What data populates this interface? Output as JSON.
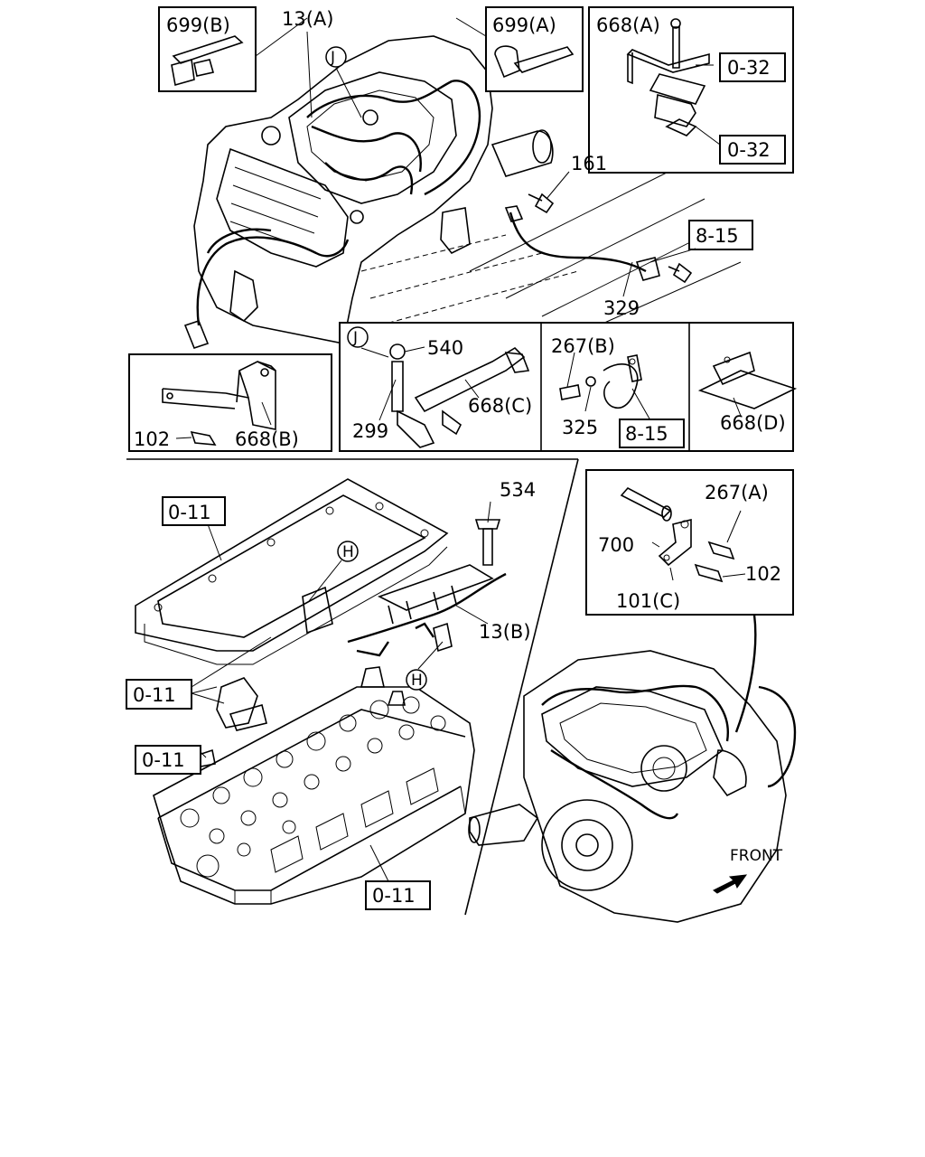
{
  "callouts": {
    "c13a": "13(A)",
    "c699b": "699(B)",
    "c699a": "699(A)",
    "c668a": "668(A)",
    "c032a": "0-32",
    "c032b": "0-32",
    "cJ1": "J",
    "c161": "161",
    "c815a": "8-15",
    "c329": "329",
    "cJ2": "J",
    "c540": "540",
    "c668c": "668(C)",
    "c299": "299",
    "c267b": "267(B)",
    "c325": "325",
    "c815b": "8-15",
    "c668d": "668(D)",
    "c102a": "102",
    "c668b": "668(B)",
    "c011a": "0-11",
    "c534": "534",
    "cH1": "H",
    "c13b": "13(B)",
    "cH2": "H",
    "c011b": "0-11",
    "c011c": "0-11",
    "c011d": "0-11",
    "c267a": "267(A)",
    "c700": "700",
    "c102b": "102",
    "c101c": "101(C)",
    "front": "FRONT"
  }
}
